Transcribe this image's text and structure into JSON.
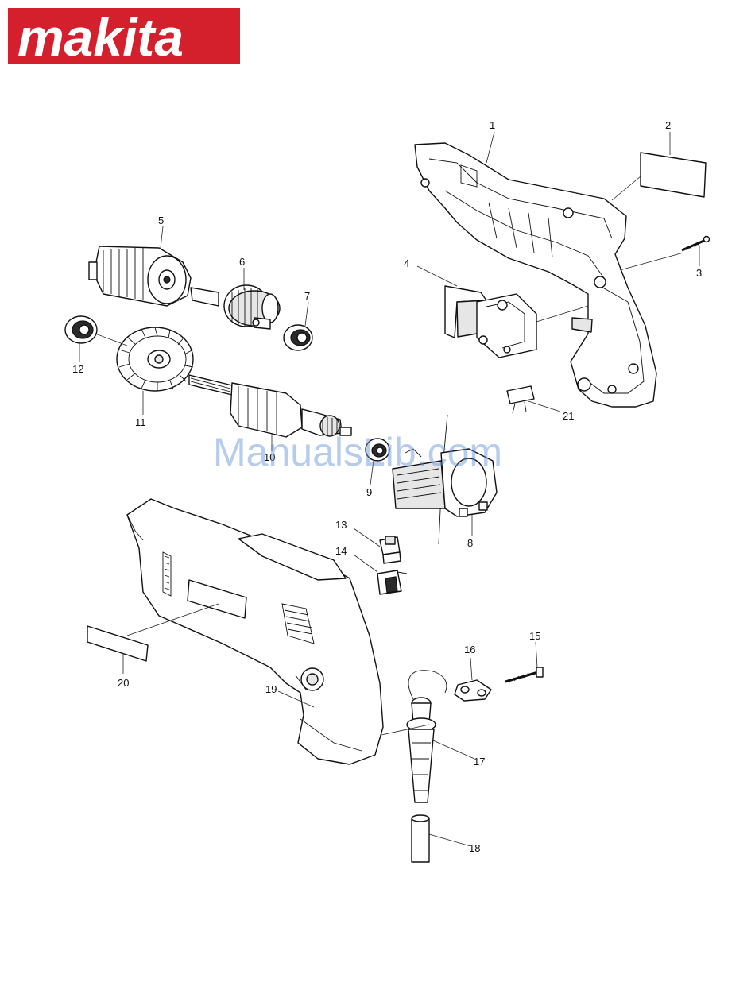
{
  "brand": {
    "name": "makita",
    "registered_mark": "®",
    "color": "#d4202c"
  },
  "watermark": "ManualsLib.com",
  "watermark_color": "#5b8fd6",
  "callouts": [
    "1",
    "2",
    "3",
    "4",
    "5",
    "6",
    "7",
    "8",
    "9",
    "10",
    "11",
    "12",
    "13",
    "14",
    "15",
    "16",
    "17",
    "18",
    "19",
    "20",
    "21"
  ]
}
